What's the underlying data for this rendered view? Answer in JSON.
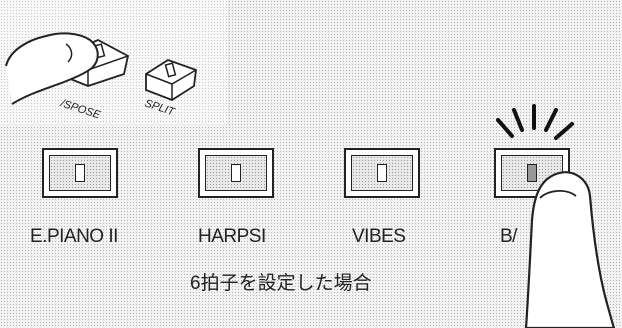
{
  "inset": {
    "labels": [
      "TRANSPOSE",
      "SPLIT"
    ],
    "label_display": [
      "/SPOSE",
      "SPLIT"
    ]
  },
  "buttons": [
    {
      "label": "E.PIANO II",
      "lit": false
    },
    {
      "label": "HARPSI",
      "lit": false
    },
    {
      "label": "VIBES",
      "lit": false
    },
    {
      "label": "B/",
      "lit": true
    }
  ],
  "caption": "6拍子を設定した場合"
}
